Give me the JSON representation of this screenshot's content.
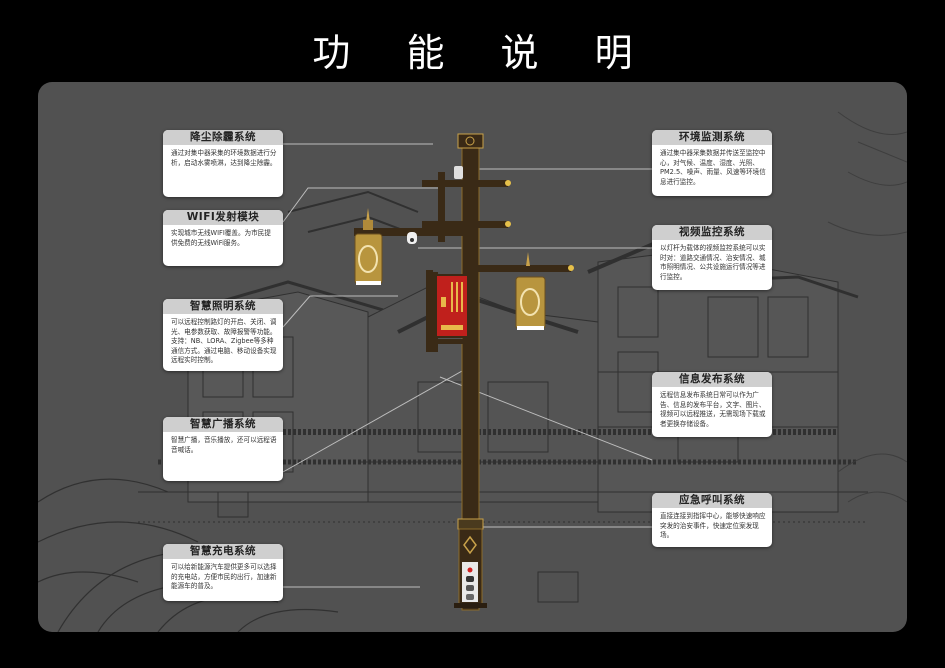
{
  "title": "功 能 说 明",
  "colors": {
    "background": "#000000",
    "panel": "#515151",
    "card_header": "#cfcfcf",
    "card_body": "#ffffff",
    "pole": "#3a2a16",
    "gold": "#c9a24a",
    "banner_red": "#c0201c"
  },
  "left_cards": [
    {
      "title": "降尘除霾系统",
      "body": "通过对集中器采集的环境数据进行分析，启动水雾喷淋，达到降尘除霾。"
    },
    {
      "title": "WIFI发射模块",
      "body": "实现城市无线WIFI覆盖。为市民提供免费的无线WiFi服务。"
    },
    {
      "title": "智慧照明系统",
      "body": "可以远程控制路灯的开启、关闭、调光、电参数获取、故障报警等功能。支持：NB、LORA、Zigbee等多种通信方式。通过电脑、移动设备实现远程实时控制。"
    },
    {
      "title": "智慧广播系统",
      "body": "智慧广播，音乐播放，还可以远程语音喊话。"
    },
    {
      "title": "智慧充电系统",
      "body": "可以给新能源汽车提供更多可以选择的充电站，方便市民的出行，加速新能源车的普及。"
    }
  ],
  "right_cards": [
    {
      "title": "环境监测系统",
      "body": "通过集中器采集数据并传送至监控中心，对气候、温度、湿度、光照、PM2.5、噪声、雨量、风速等环境信息进行监控。"
    },
    {
      "title": "视频监控系统",
      "body": "以灯杆为载体的视频监控系统可以实时对：道路交通情况、治安情况、城市照明情况、公共设施运行情况等进行监控。"
    },
    {
      "title": "信息发布系统",
      "body": "远程信息发布系统日常可以作为广告、信息的发布平台，文字、图片、视频可以远程推送，无需现场下载或者更换存储设备。"
    },
    {
      "title": "应急呼叫系统",
      "body": "直接连接到指挥中心，能够快速响应突发的治安事件，快速定位案发现场。"
    }
  ]
}
